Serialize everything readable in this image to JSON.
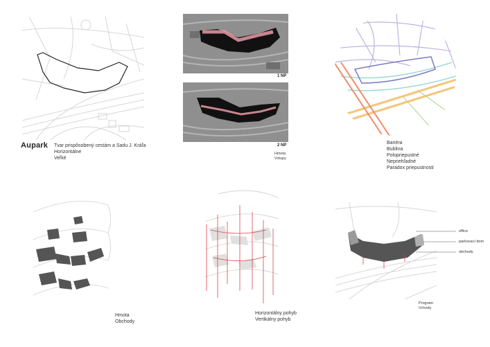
{
  "panel1": {
    "title": "Aupark",
    "desc": [
      "Tvar prispôsobený cestám a Sadu J. Kráľa",
      "Horizontálne",
      "Veľké"
    ]
  },
  "panel2": {
    "label_top": "1 NP",
    "label_bottom": "2 NP",
    "caption": [
      "Hmota",
      "Vstupy"
    ]
  },
  "panel3": {
    "list": [
      "Bariéra",
      "Bublina",
      "Polopriepustné",
      "Nepriehľadné",
      "Paradox priepustnosti"
    ]
  },
  "panel4": {
    "caption": [
      "Hmota",
      "Obchody"
    ]
  },
  "panel5": {
    "caption": [
      "Horizontálny pohyb",
      "Vertikálny pohyb"
    ]
  },
  "panel6": {
    "labels": [
      "office",
      "parkovací dom",
      "obchody"
    ],
    "caption": [
      "Program",
      "Vchody"
    ]
  }
}
